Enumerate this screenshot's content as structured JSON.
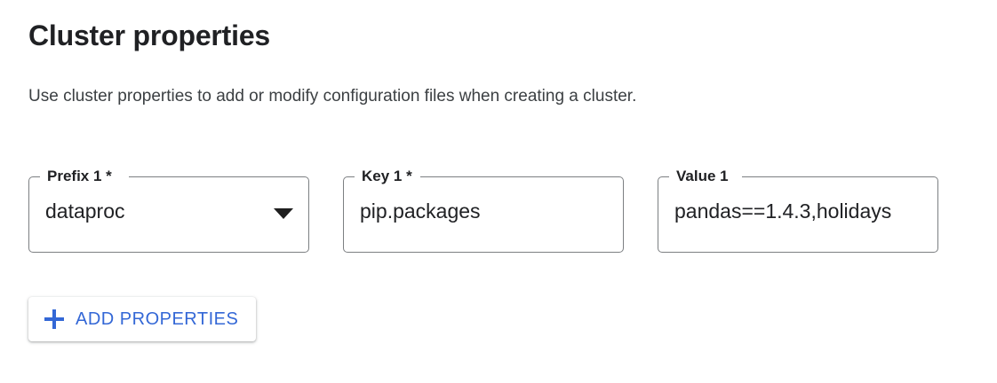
{
  "section": {
    "title": "Cluster properties",
    "description": "Use cluster properties to add or modify configuration files when creating a cluster."
  },
  "fields": [
    {
      "id": "prefix-1",
      "label": "Prefix 1 *",
      "value": "dataproc",
      "control": "select",
      "icon": "chevron-down-icon",
      "required": true
    },
    {
      "id": "key-1",
      "label": "Key 1 *",
      "value": "pip.packages",
      "control": "text",
      "required": true
    },
    {
      "id": "value-1",
      "label": "Value 1",
      "value": "pandas==1.4.3,holidays",
      "control": "text",
      "required": false
    }
  ],
  "add_button": {
    "label": "ADD PROPERTIES",
    "icon": "plus-icon"
  },
  "colors": {
    "accent_blue": "#3367d6",
    "text_primary": "#202124",
    "text_secondary": "#3c4043",
    "field_border": "#7c7f82",
    "background": "#ffffff"
  }
}
